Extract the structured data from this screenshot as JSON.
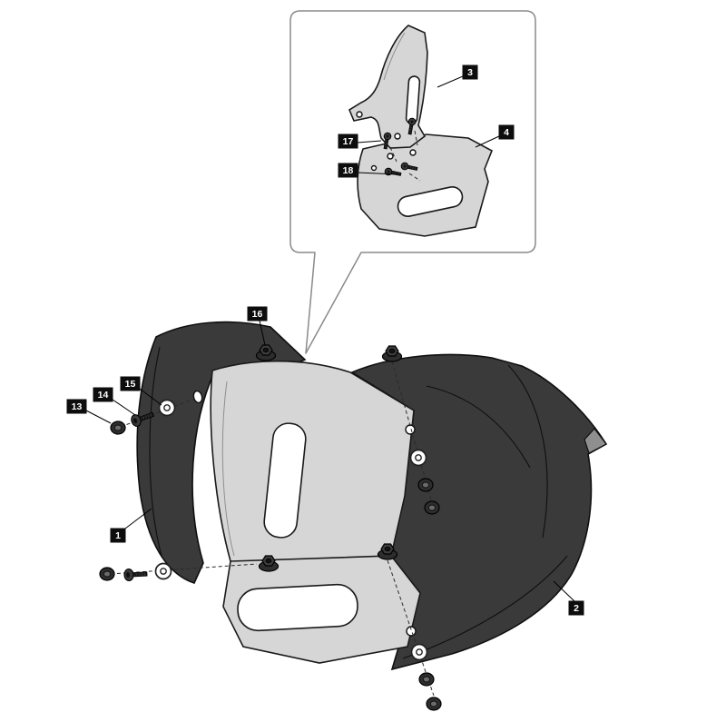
{
  "diagram": {
    "kind": "exploded-parts-diagram",
    "labels": [
      {
        "id": "1"
      },
      {
        "id": "2"
      },
      {
        "id": "3"
      },
      {
        "id": "4"
      },
      {
        "id": "13"
      },
      {
        "id": "14"
      },
      {
        "id": "15"
      },
      {
        "id": "16"
      },
      {
        "id": "17"
      },
      {
        "id": "18"
      }
    ],
    "colors": {
      "background": "#ffffff",
      "label_bg": "#0d0d0d",
      "label_text": "#ffffff",
      "part_dark": "#3a3a3a",
      "part_light": "#d6d6d6",
      "outline": "#1a1a1a",
      "callout_border": "#8a8a8a"
    }
  }
}
